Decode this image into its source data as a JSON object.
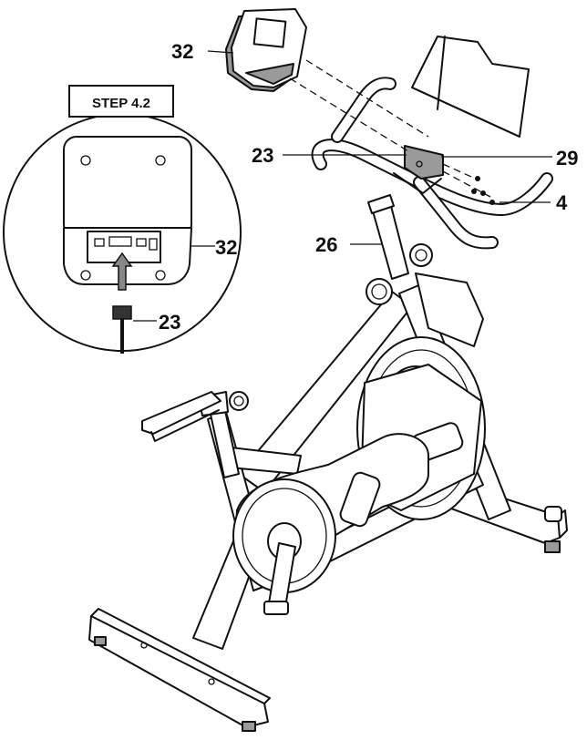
{
  "step": {
    "title": "STEP 4.2"
  },
  "callouts": {
    "console_main": "32",
    "cable_main": "23",
    "bracket": "29",
    "screws": "4",
    "mast": "26",
    "console_inset": "32",
    "cable_inset": "23"
  }
}
